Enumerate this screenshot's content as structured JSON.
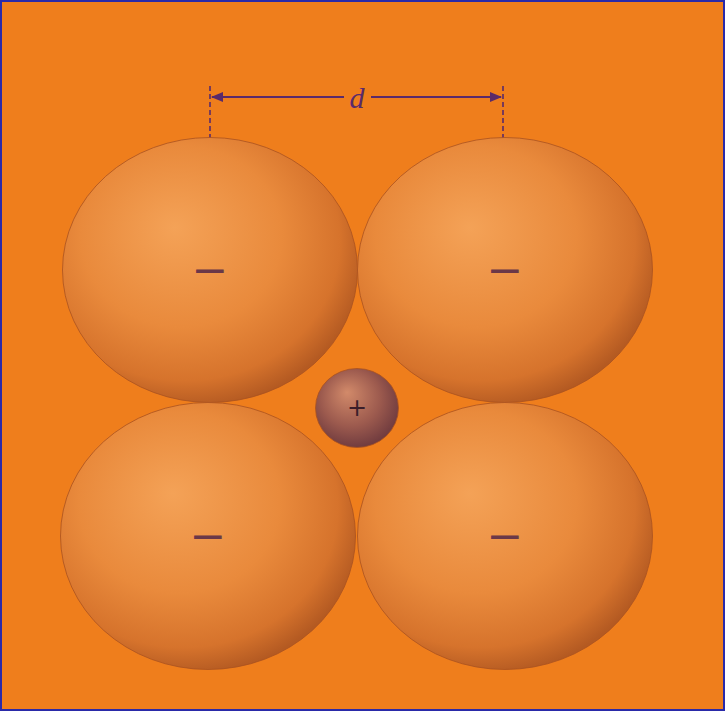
{
  "diagram": {
    "nodes": [
      {
        "text": [
          "−"
        ]
      },
      {
        "text": [
          "−"
        ]
      },
      {
        "text": [
          "+"
        ]
      },
      {
        "text": [
          "−"
        ]
      },
      {
        "text": [
          "−"
        ]
      }
    ],
    "labels": [
      "d"
    ]
  }
}
